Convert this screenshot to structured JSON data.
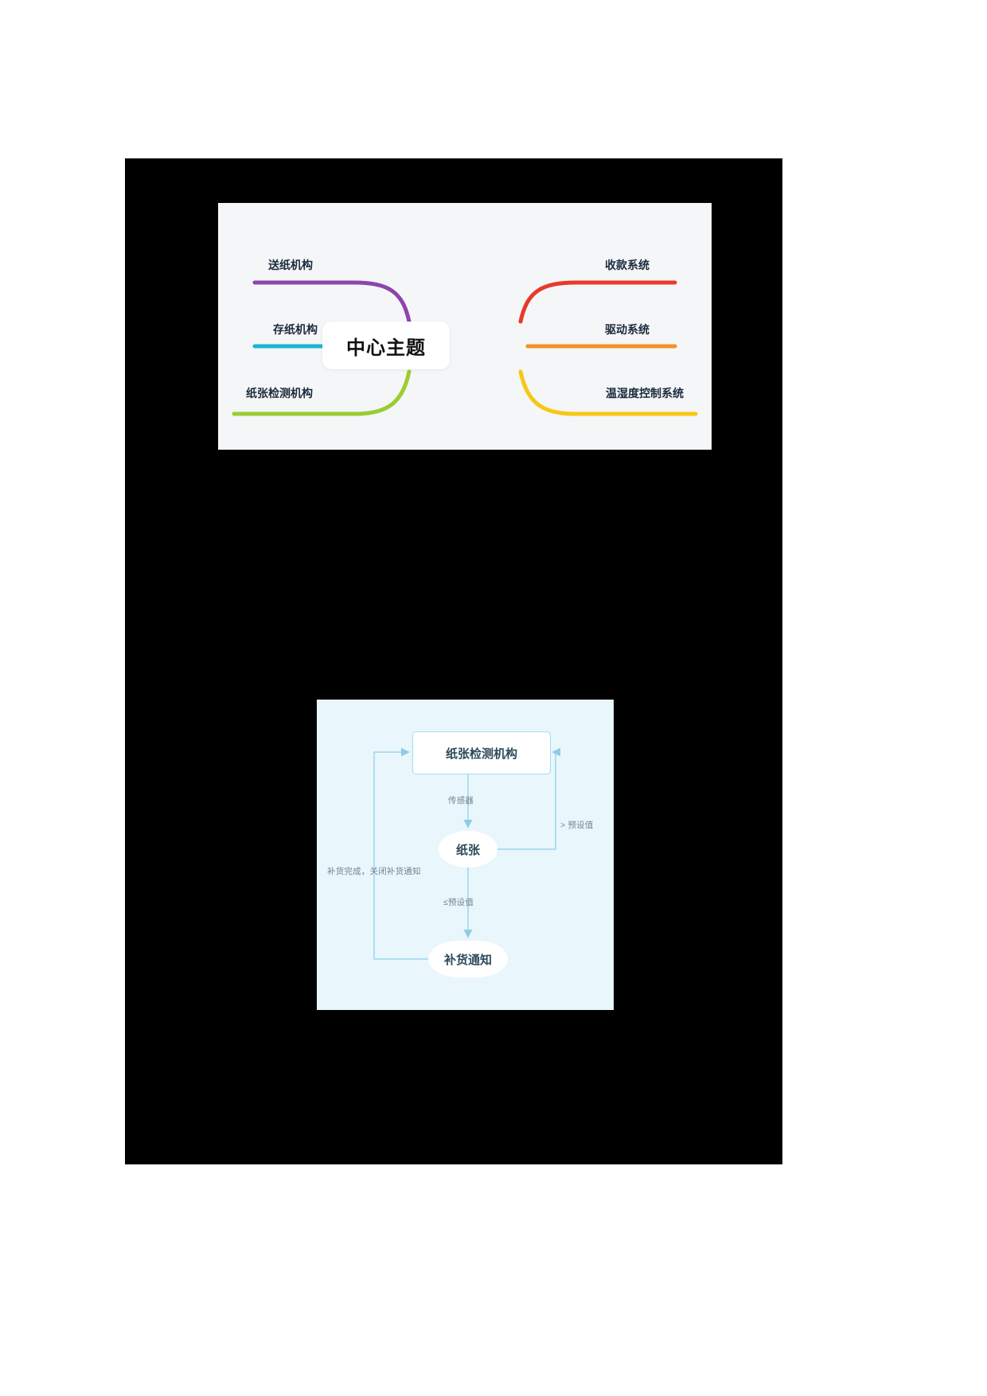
{
  "page": {
    "background": "#ffffff",
    "canvas_color": "#000000"
  },
  "mindmap": {
    "panel_background": "#f5f6f8",
    "center": {
      "label": "中心主题"
    },
    "left_branches": [
      {
        "label": "送纸机构",
        "color": "#8e44ad"
      },
      {
        "label": "存纸机构",
        "color": "#19b5d4"
      },
      {
        "label": "纸张检测机构",
        "color": "#9acd32"
      }
    ],
    "right_branches": [
      {
        "label": "收款系统",
        "color": "#e8392b"
      },
      {
        "label": "驱动系统",
        "color": "#f0932b"
      },
      {
        "label": "温湿度控制系统",
        "color": "#f6c815"
      }
    ]
  },
  "flowchart": {
    "panel_background": "#e9f6fb",
    "line_color": "#a6dcef",
    "text_color": "#2d4a5c",
    "edge_label_color": "#6f8594",
    "nodes": [
      {
        "id": "detect",
        "label": "纸张检测机构",
        "shape": "rect"
      },
      {
        "id": "paper",
        "label": "纸张",
        "shape": "rounded"
      },
      {
        "id": "notify",
        "label": "补货通知",
        "shape": "rounded"
      }
    ],
    "edges": [
      {
        "from": "detect",
        "to": "paper",
        "label": "传感器"
      },
      {
        "from": "paper",
        "to": "detect",
        "label": "> 预设值"
      },
      {
        "from": "paper",
        "to": "notify",
        "label": "≤预设值"
      },
      {
        "from": "notify",
        "to": "detect",
        "label": "补货完成，关闭补货通知"
      }
    ]
  }
}
